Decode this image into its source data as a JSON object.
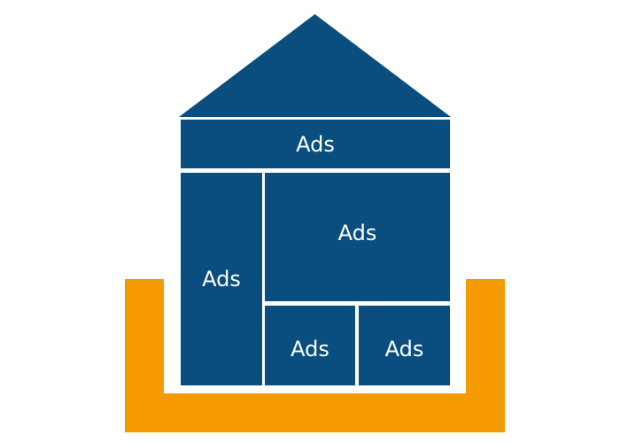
{
  "colors": {
    "house_blue": "#0a4e80",
    "base_orange": "#f59a00",
    "background": "#ffffff",
    "label_text": "#ffffff"
  },
  "house": {
    "top_block": {
      "label": "Ads"
    },
    "left_block": {
      "label": "Ads"
    },
    "center_block": {
      "label": "Ads"
    },
    "bottom_left_block": {
      "label": "Ads"
    },
    "bottom_right_block": {
      "label": "Ads"
    }
  }
}
